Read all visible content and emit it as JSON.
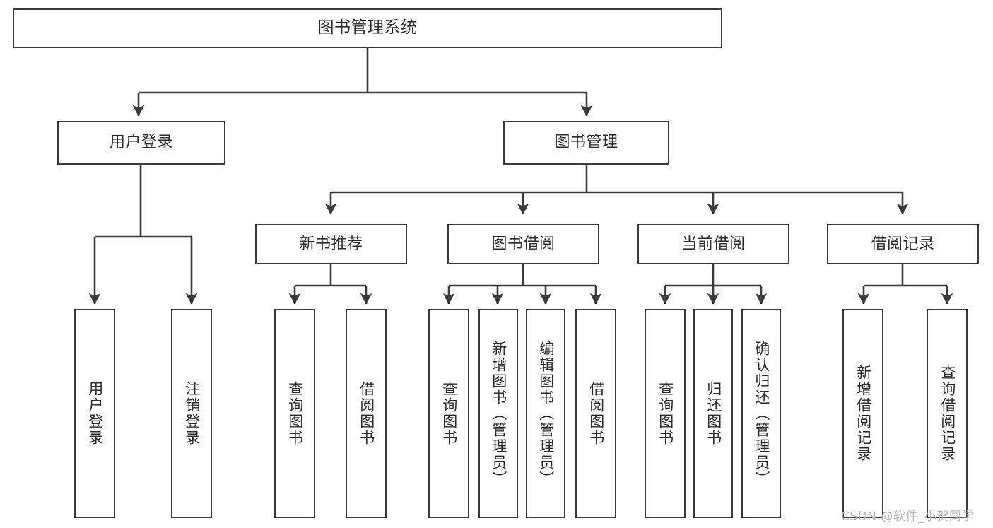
{
  "diagram": {
    "type": "tree-hierarchy",
    "title": "图书管理系统",
    "orientation": "top-down",
    "stroke_color": "#3a3a3a",
    "text_color": "#2b2b2b",
    "background_color": "#ffffff",
    "watermark": "CSDN @软件_小贺同学",
    "watermark_color": "#b9b9b9"
  },
  "nodes": {
    "root": {
      "label": "图书管理系统",
      "level": 0
    },
    "l1": [
      {
        "id": "user_login",
        "label": "用户登录",
        "level": 1
      },
      {
        "id": "book_manage",
        "label": "图书管理",
        "level": 1
      }
    ],
    "l2": [
      {
        "id": "new_book_rec",
        "label": "新书推荐",
        "level": 2,
        "parent": "book_manage"
      },
      {
        "id": "book_borrow",
        "label": "图书借阅",
        "level": 2,
        "parent": "book_manage"
      },
      {
        "id": "current_borrow",
        "label": "当前借阅",
        "level": 2,
        "parent": "book_manage"
      },
      {
        "id": "borrow_record",
        "label": "借阅记录",
        "level": 2,
        "parent": "book_manage"
      }
    ],
    "leaves": [
      {
        "id": "leaf_user_login",
        "label": "用户登录",
        "parent": "user_login"
      },
      {
        "id": "leaf_logout_login",
        "label": "注销登录",
        "parent": "user_login"
      },
      {
        "id": "leaf_query_book_1",
        "label": "查询图书",
        "parent": "new_book_rec"
      },
      {
        "id": "leaf_borrow_book_1",
        "label": "借阅图书",
        "parent": "new_book_rec"
      },
      {
        "id": "leaf_query_book_2",
        "label": "查询图书",
        "parent": "book_borrow"
      },
      {
        "id": "leaf_add_book",
        "label": "新增图书（管理员）",
        "parent": "book_borrow"
      },
      {
        "id": "leaf_edit_book",
        "label": "编辑图书（管理员）",
        "parent": "book_borrow"
      },
      {
        "id": "leaf_borrow_book_2",
        "label": "借阅图书",
        "parent": "book_borrow"
      },
      {
        "id": "leaf_query_book_3",
        "label": "查询图书",
        "parent": "current_borrow"
      },
      {
        "id": "leaf_return_book",
        "label": "归还图书",
        "parent": "current_borrow"
      },
      {
        "id": "leaf_confirm_return",
        "label": "确认归还（管理员）",
        "parent": "current_borrow"
      },
      {
        "id": "leaf_add_record",
        "label": "新增借阅记录",
        "parent": "borrow_record"
      },
      {
        "id": "leaf_query_record",
        "label": "查询借阅记录",
        "parent": "borrow_record"
      }
    ]
  }
}
